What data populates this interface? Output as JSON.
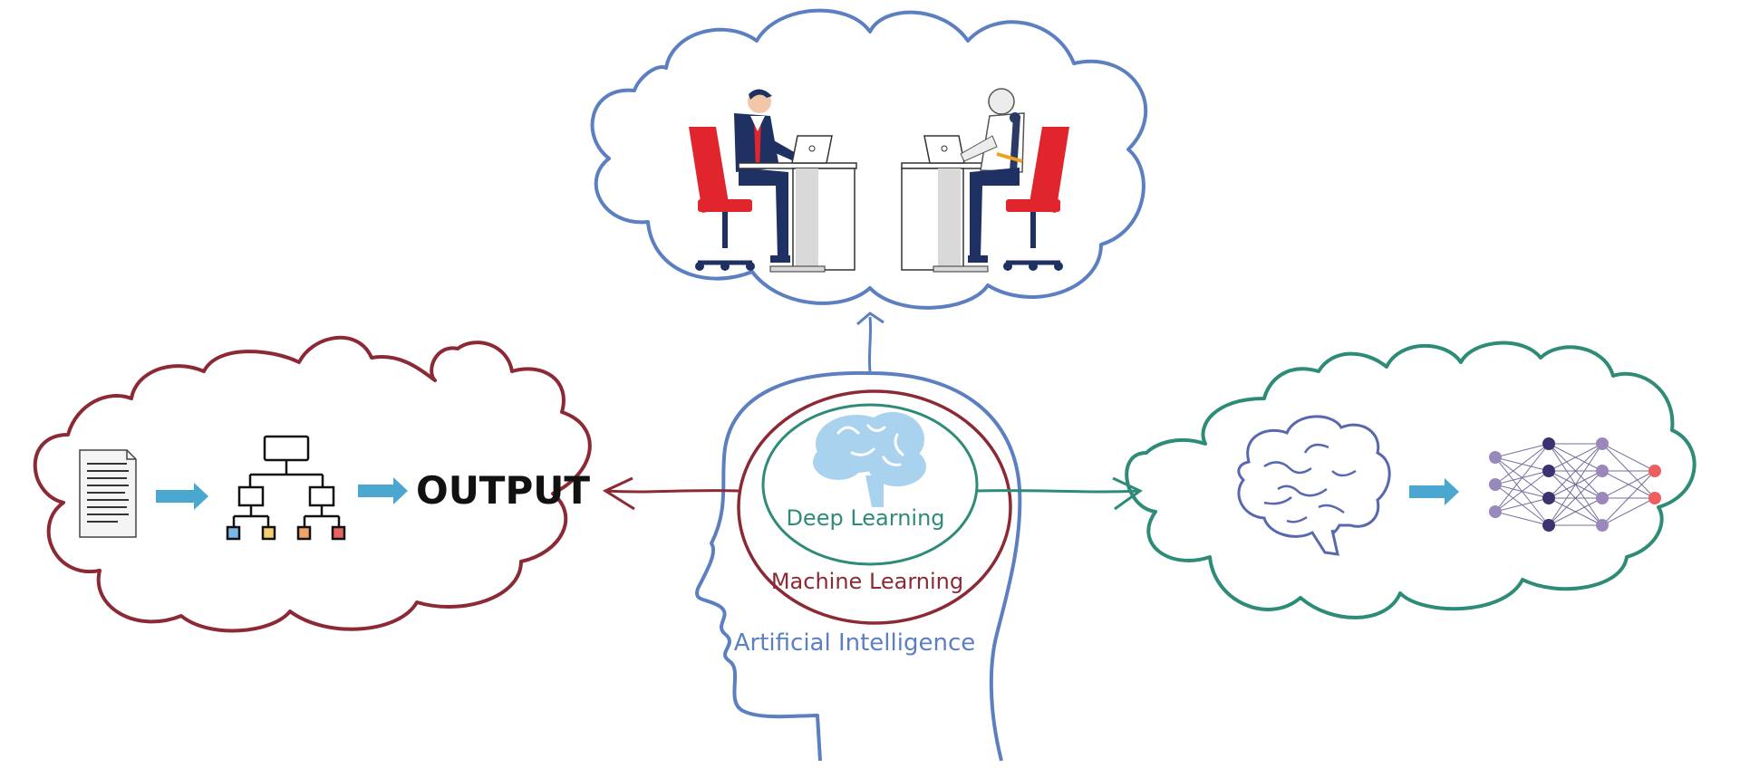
{
  "labels": {
    "deep_learning": "Deep Learning",
    "machine_learning": "Machine Learning",
    "artificial_intelligence": "Artificial Intelligence",
    "output": "OUTPUT"
  },
  "colors": {
    "ai_blue": "#5b7fc0",
    "ml_maroon": "#8b2a35",
    "dl_teal": "#2e8b78",
    "brain_light": "#a9d2ee",
    "arrow_blue": "#4aa8d0",
    "chair_red": "#e0262c",
    "suit_navy": "#1f3163",
    "nn_purple": "#9a88bc",
    "nn_dark": "#3a3370",
    "nn_red": "#ef5e5e"
  },
  "icons": [
    "head-profile-icon",
    "brain-icon",
    "document-icon",
    "decision-tree-icon",
    "neural-network-icon",
    "human-at-laptop-icon",
    "robot-at-laptop-icon"
  ]
}
